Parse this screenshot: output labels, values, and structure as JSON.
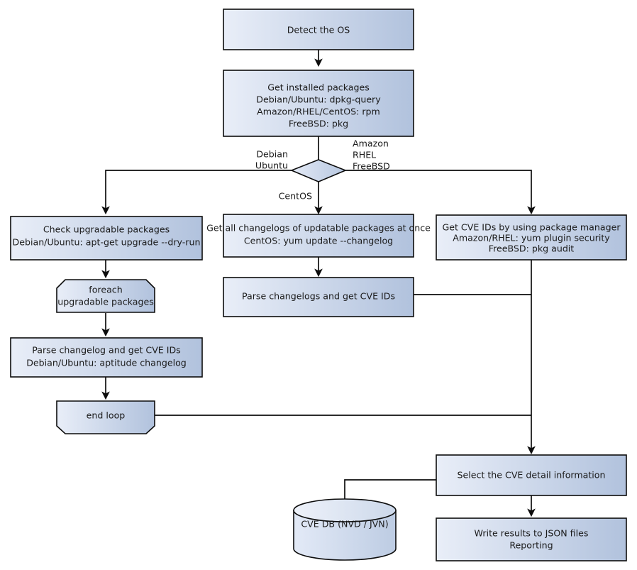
{
  "diagram": {
    "title": "Vulnerability scanning workflow flowchart",
    "type": "flowchart",
    "background_color": "#ffffff",
    "palette": {
      "node_fill_light": "#e9eef8",
      "node_fill_dark": "#b1c2dd",
      "node_stroke": "#0d0d0d",
      "text_color": "#1a1a1a",
      "connector_color": "#0d0d0d"
    },
    "nodes": [
      {
        "id": "detect-os",
        "shape": "process",
        "lines": [
          "Detect the OS"
        ]
      },
      {
        "id": "get-installed-packages",
        "shape": "process",
        "lines": [
          "Get installed packages",
          "Debian/Ubuntu: dpkg-query",
          "Amazon/RHEL/CentOS: rpm",
          "FreeBSD: pkg"
        ]
      },
      {
        "id": "os-decision",
        "shape": "decision",
        "lines": []
      },
      {
        "id": "check-upgradable",
        "shape": "process",
        "lines": [
          "Check upgradable packages",
          "Debian/Ubuntu: apt-get upgrade --dry-run"
        ]
      },
      {
        "id": "get-all-changelogs",
        "shape": "process",
        "lines": [
          "Get all changelogs of updatable packages at once",
          "CentOS: yum update --changelog"
        ]
      },
      {
        "id": "get-cve-ids-pkgmgr",
        "shape": "process",
        "lines": [
          "Get CVE IDs by using package manager",
          "Amazon/RHEL: yum plugin security",
          "FreeBSD: pkg audit"
        ]
      },
      {
        "id": "foreach-loop-start",
        "shape": "loop-start",
        "lines": [
          "foreach",
          "upgradable  packages"
        ]
      },
      {
        "id": "parse-changelogs-cve",
        "shape": "process",
        "lines": [
          "Parse changelogs and get CVE IDs"
        ]
      },
      {
        "id": "parse-changelog-cve",
        "shape": "process",
        "lines": [
          "Parse changelog and get  CVE IDs",
          "Debian/Ubuntu: aptitude changelog"
        ]
      },
      {
        "id": "end-loop",
        "shape": "loop-end",
        "lines": [
          "end loop"
        ]
      },
      {
        "id": "select-cve-detail",
        "shape": "process",
        "lines": [
          "Select the CVE detail information"
        ]
      },
      {
        "id": "cve-database",
        "shape": "cylinder",
        "lines": [
          "CVE DB (NVD / JVN)"
        ]
      },
      {
        "id": "write-results",
        "shape": "process",
        "lines": [
          "Write results to JSON files",
          "Reporting"
        ]
      }
    ],
    "edge_labels": {
      "debian_line1": "Debian",
      "debian_line2": "Ubuntu",
      "amazon_line1": "Amazon",
      "amazon_line2": "RHEL",
      "amazon_line3": "FreeBSD",
      "centos": "CentOS"
    }
  }
}
